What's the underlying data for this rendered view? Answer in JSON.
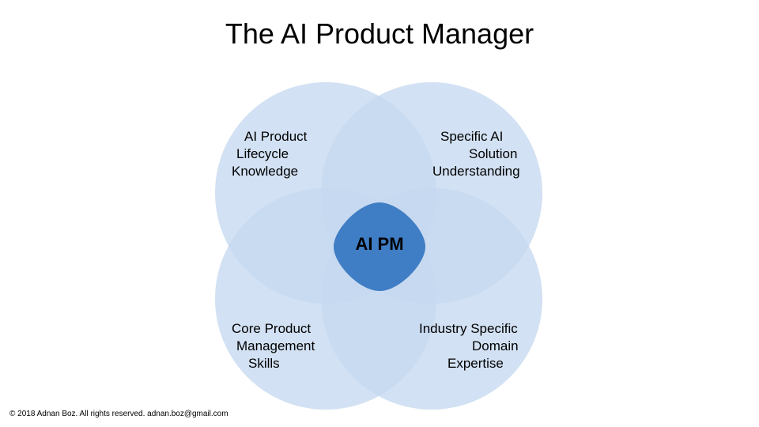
{
  "title": "The AI Product Manager",
  "colors": {
    "circle_fill": "#c5d9f0",
    "center_fill": "#3f7dc4"
  },
  "sets": [
    {
      "lines": [
        "AI Product",
        "Lifecycle",
        "Knowledge"
      ]
    },
    {
      "lines": [
        "Specific AI",
        "Solution",
        "Understanding"
      ]
    },
    {
      "lines": [
        "Core Product",
        "Management",
        "Skills"
      ]
    },
    {
      "lines": [
        "Industry Specific",
        "Domain",
        "Expertise"
      ]
    }
  ],
  "center_label": "AI PM",
  "footer": "© 2018 Adnan Boz. All rights reserved. adnan.boz@gmail.com"
}
